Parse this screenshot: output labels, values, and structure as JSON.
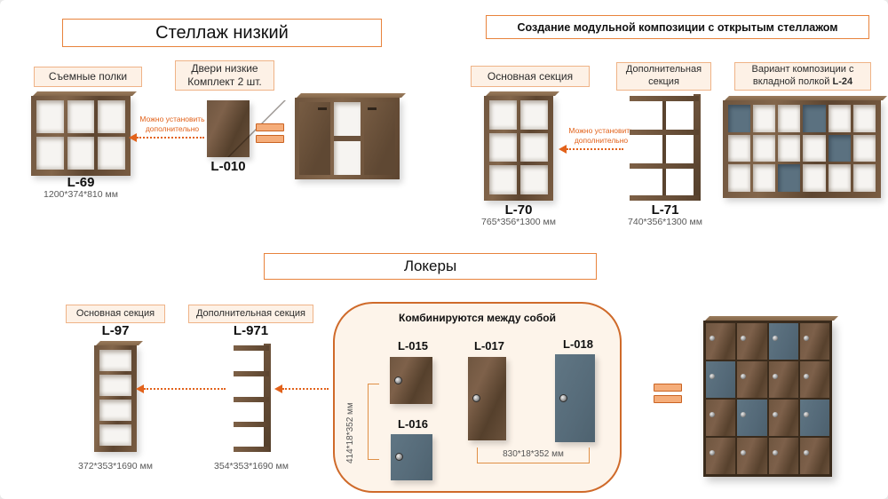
{
  "low_shelf": {
    "title": "Стеллаж низкий",
    "removable_label": "Съемные полки",
    "doors_label_1": "Двери низкие",
    "doors_label_2": "Комплект 2 шт.",
    "note_1": "Можно установить",
    "note_2": "дополнительно",
    "shelf_model": "L-69",
    "shelf_dims": "1200*374*810 мм",
    "doors_model": "L-010"
  },
  "modular": {
    "title": "Создание модульной композиции с открытым стеллажом",
    "main_label": "Основная секция",
    "extra_label_1": "Дополнительная",
    "extra_label_2": "секция",
    "variant_label_1": "Вариант композиции с",
    "variant_label_2": "вкладной полкой",
    "variant_bold": "L-24",
    "note_1": "Можно установить",
    "note_2": "дополнительно",
    "main_model": "L-70",
    "main_dims": "765*356*1300 мм",
    "extra_model": "L-71",
    "extra_dims": "740*356*1300 мм"
  },
  "lockers": {
    "title": "Локеры",
    "main_label": "Основная секция",
    "main_model": "L-97",
    "main_dims": "372*353*1690 мм",
    "extra_label": "Дополнительная секция",
    "extra_model": "L-971",
    "extra_dims": "354*353*1690 мм",
    "combine_title": "Комбинируются между собой",
    "door_015": "L-015",
    "door_016": "L-016",
    "door_017": "L-017",
    "door_018": "L-018",
    "small_doors_dims": "414*18*352 мм",
    "large_doors_dims": "830*18*352 мм"
  },
  "colors": {
    "accent_orange": "#e8833c",
    "arrow_orange": "#e2621b",
    "label_bg": "#fdf1e6",
    "gray_door": "#5b7180",
    "wood": "#6f553e"
  }
}
